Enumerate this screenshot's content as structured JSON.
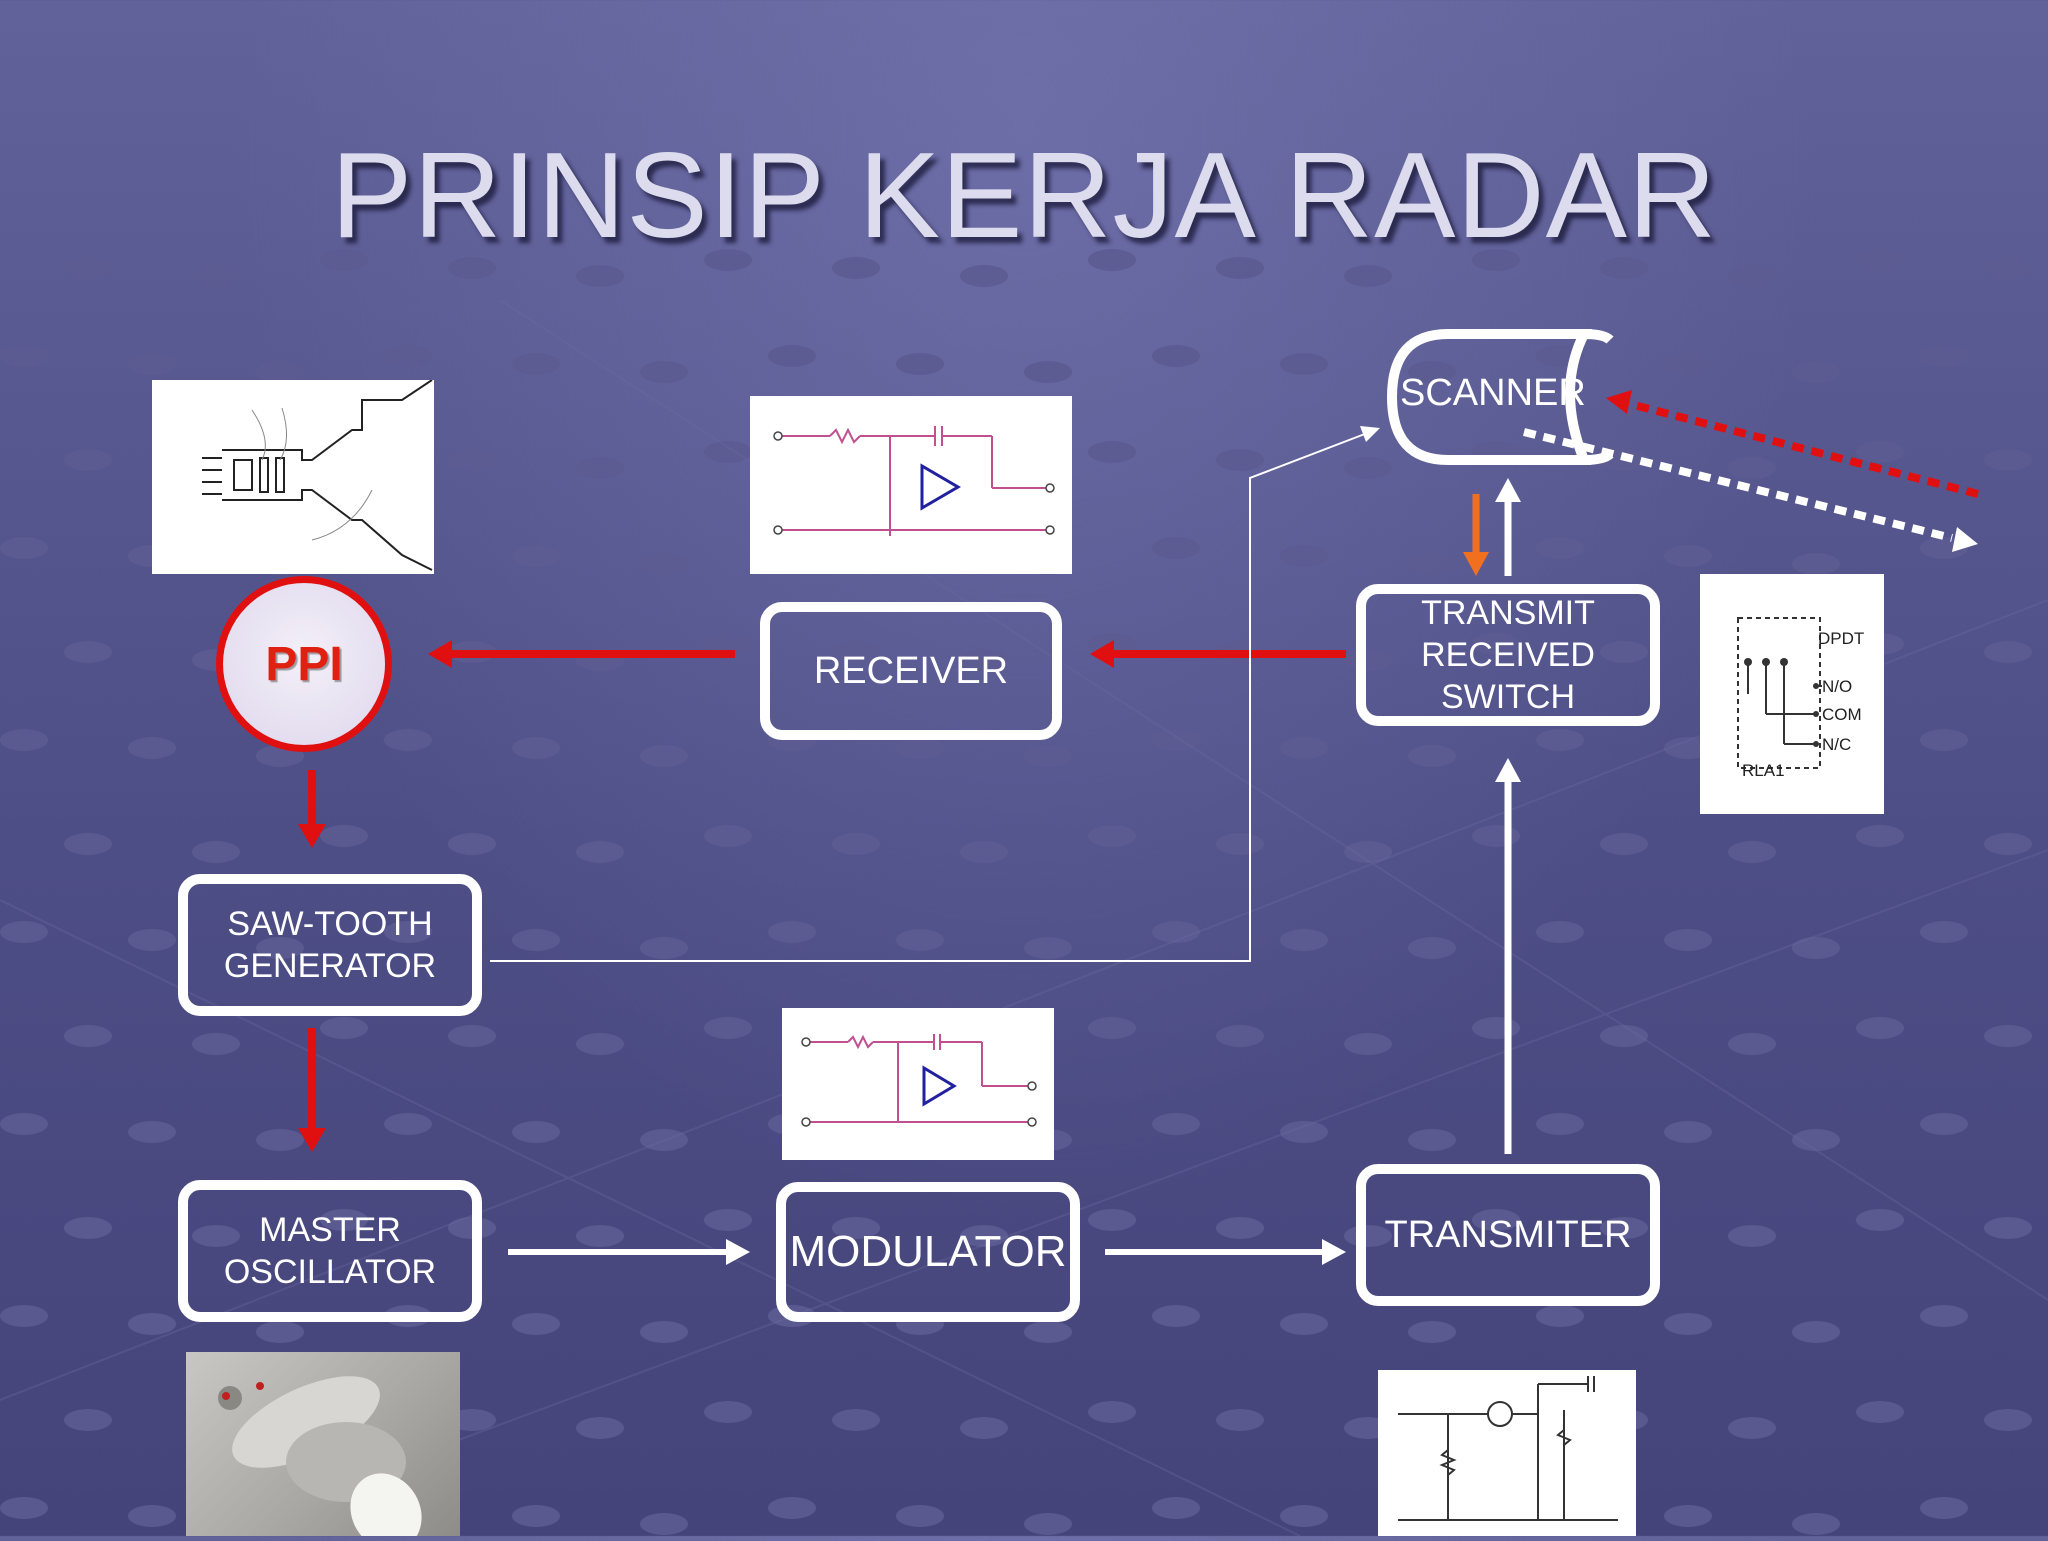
{
  "slide": {
    "title": "PRINSIP KERJA RADAR"
  },
  "blocks": {
    "ppi": "PPI",
    "receiver": "RECEIVER",
    "scanner": "SCANNER",
    "trs": [
      "TRANSMIT",
      "RECEIVED",
      "SWITCH"
    ],
    "sawtooth": [
      "SAW-TOOTH",
      "GENERATOR"
    ],
    "master": [
      "MASTER",
      "OSCILLATOR"
    ],
    "modulator": "MODULATOR",
    "transmitter": "TRANSMITER"
  },
  "relay_diagram": {
    "labels": [
      "DPDT",
      "N/O",
      "COM",
      "N/C",
      "RLA1"
    ]
  },
  "colors": {
    "signal_red": "#e01010",
    "signal_orange": "#f07020",
    "line_white": "#ffffff"
  }
}
